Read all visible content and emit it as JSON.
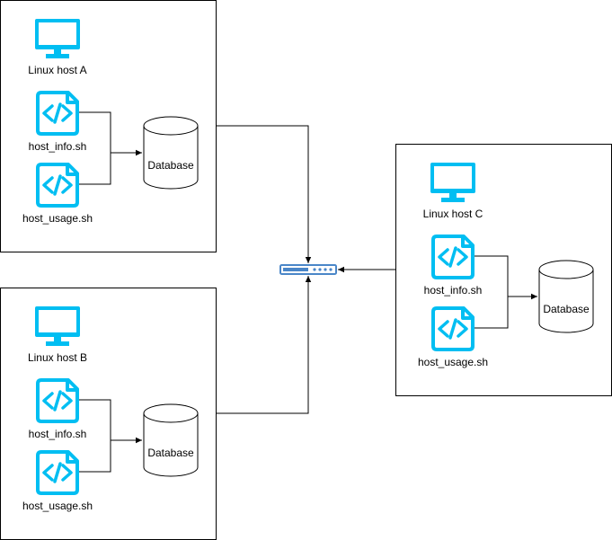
{
  "colors": {
    "icon": "#00BEF2",
    "stroke": "#000000",
    "switch": "#4A86C8"
  },
  "icons": {
    "host": "monitor-icon",
    "script": "code-file-icon",
    "db": "database-cylinder",
    "network": "switch-icon"
  },
  "hosts": [
    {
      "name": "Linux host A",
      "scripts": [
        "host_info.sh",
        "host_usage.sh"
      ],
      "db": "Database"
    },
    {
      "name": "Linux host B",
      "scripts": [
        "host_info.sh",
        "host_usage.sh"
      ],
      "db": "Database"
    },
    {
      "name": "Linux host C",
      "scripts": [
        "host_info.sh",
        "host_usage.sh"
      ],
      "db": "Database"
    }
  ]
}
